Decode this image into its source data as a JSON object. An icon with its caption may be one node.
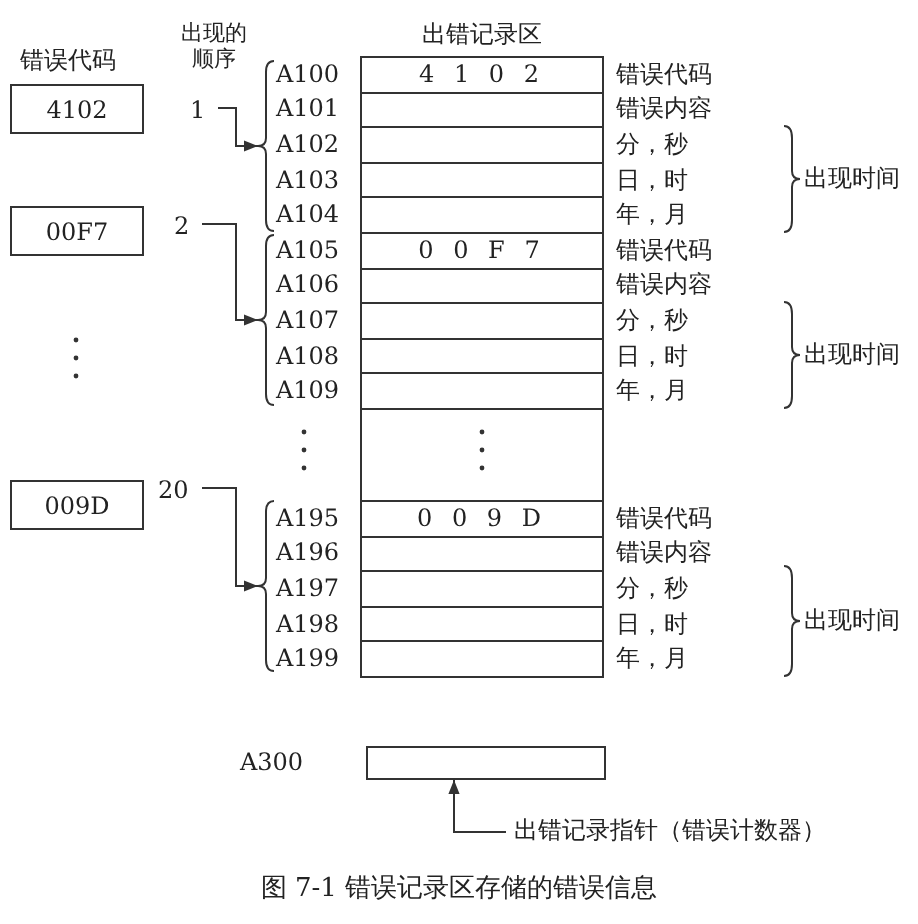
{
  "diagram": {
    "nodes": [
      {
        "text": [
          "4102"
        ],
        "beside": [
          "错误代码"
        ]
      },
      {
        "text": [
          "00F7"
        ]
      },
      {
        "text": [
          "009D"
        ]
      },
      {
        "text": [
          "1"
        ]
      },
      {
        "text": [
          "2"
        ]
      },
      {
        "text": [
          "20"
        ]
      },
      {
        "text": [],
        "shape": "brace"
      },
      {
        "text": [],
        "shape": "brace"
      },
      {
        "text": [],
        "shape": "brace"
      },
      {
        "text": [
          "出错记录区"
        ]
      },
      {
        "text": [
          "4 1 0 2"
        ],
        "in": 9,
        "beside": [
          "错误代码"
        ]
      },
      {
        "text": [],
        "shape": "box",
        "in": 9,
        "beside": [
          "错误内容"
        ]
      },
      {
        "text": [],
        "shape": "box",
        "in": 9,
        "beside": [
          "分，秒"
        ]
      },
      {
        "text": [],
        "shape": "box",
        "in": 9,
        "beside": [
          "日，时"
        ]
      },
      {
        "text": [],
        "shape": "box",
        "in": 9,
        "beside": [
          "年，月"
        ]
      },
      {
        "text": [
          "0 0 F 7"
        ],
        "in": 9,
        "beside": [
          "错误代码"
        ]
      },
      {
        "text": [],
        "shape": "box",
        "in": 9,
        "beside": [
          "错误内容"
        ]
      },
      {
        "text": [],
        "shape": "box",
        "in": 9,
        "beside": [
          "分，秒"
        ]
      },
      {
        "text": [],
        "shape": "box",
        "in": 9,
        "beside": [
          "日，时"
        ]
      },
      {
        "text": [],
        "shape": "box",
        "in": 9,
        "beside": [
          "年，月"
        ]
      },
      {
        "text": [
          "0 0 9 D"
        ],
        "in": 9,
        "beside": [
          "错误代码"
        ]
      },
      {
        "text": [],
        "shape": "box",
        "in": 9,
        "beside": [
          "错误内容"
        ]
      },
      {
        "text": [],
        "shape": "box",
        "in": 9,
        "beside": [
          "分，秒"
        ]
      },
      {
        "text": [],
        "shape": "box",
        "in": 9,
        "beside": [
          "日，时"
        ]
      },
      {
        "text": [],
        "shape": "box",
        "in": 9,
        "beside": [
          "年，月"
        ]
      },
      {
        "text": [],
        "shape": "box",
        "beside": [
          "A300"
        ]
      },
      {
        "text": [
          "出错记录指针（错误计数器）"
        ]
      }
    ],
    "edges": [
      {
        "from": 3,
        "to": 6,
        "arrow": "to"
      },
      {
        "from": 4,
        "to": 7,
        "arrow": "to"
      },
      {
        "from": 5,
        "to": 8,
        "arrow": "to"
      },
      {
        "from": 26,
        "to": 25,
        "arrow": "to"
      }
    ],
    "labels": [
      "出现的顺序",
      "A100",
      "A101",
      "A102",
      "A103",
      "A104",
      "A105",
      "A106",
      "A107",
      "A108",
      "A109",
      "A195",
      "A196",
      "A197",
      "A198",
      "A199",
      "出现时间",
      "出现时间",
      "出现时间"
    ],
    "caption": "图 7-1 错误记录区存储的错误信息"
  }
}
